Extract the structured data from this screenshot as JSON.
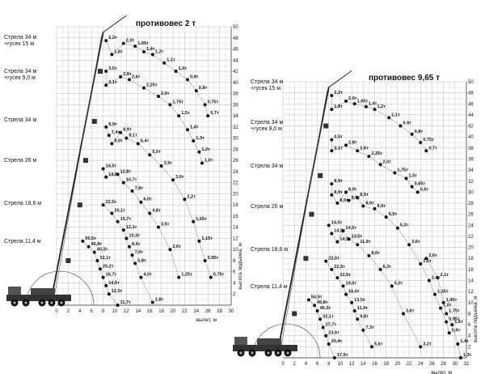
{
  "chart_data": [
    {
      "type": "line",
      "title": "противовес 2 т",
      "xlabel": "вылет, м",
      "ylabel": "высота подъема, м",
      "xlim": [
        0,
        30
      ],
      "ylim": [
        0,
        50
      ],
      "x_ticks": [
        0,
        2,
        4,
        6,
        8,
        10,
        12,
        14,
        16,
        18,
        20,
        22,
        24,
        26,
        28,
        30
      ],
      "y_ticks": [
        2,
        4,
        6,
        8,
        10,
        12,
        14,
        16,
        18,
        20,
        22,
        24,
        26,
        28,
        30,
        32,
        34,
        36,
        38,
        40,
        42,
        44,
        46,
        48,
        50
      ],
      "series": [
        {
          "name": "Стрела 34 м\n+гусек 15 м",
          "points": [
            {
              "x": 8.5,
              "y": 47.5,
              "label": "2,2т"
            },
            {
              "x": 9.5,
              "y": 45.0,
              "label": "1,8т"
            },
            {
              "x": 11.5,
              "y": 47.0,
              "label": "2,0т"
            },
            {
              "x": 13.5,
              "y": 46.5,
              "label": "1,65т"
            },
            {
              "x": 15.0,
              "y": 45.5,
              "label": "1,4т"
            },
            {
              "x": 16.5,
              "y": 45.0,
              "label": "1,2т"
            },
            {
              "x": 18.5,
              "y": 43.5,
              "label": "1,1т"
            },
            {
              "x": 20.5,
              "y": 42.0,
              "label": "1,0т"
            },
            {
              "x": 22.5,
              "y": 40.5,
              "label": "0,9т"
            },
            {
              "x": 24.0,
              "y": 38.5,
              "label": "0,8т"
            },
            {
              "x": 25.5,
              "y": 36.0,
              "label": "0,75т"
            },
            {
              "x": 26.0,
              "y": 34.0,
              "label": "0,7т"
            }
          ]
        },
        {
          "name": "Стрела 34 м\n+гусек 9,0 м",
          "points": [
            {
              "x": 8.5,
              "y": 42.0,
              "label": "3,5т"
            },
            {
              "x": 8.5,
              "y": 39.5,
              "label": "3,1т"
            },
            {
              "x": 11.0,
              "y": 41.0,
              "label": "2,8т"
            },
            {
              "x": 12.5,
              "y": 40.5,
              "label": "2,6т"
            },
            {
              "x": 15.0,
              "y": 39.0,
              "label": "2,25т"
            },
            {
              "x": 17.5,
              "y": 37.5,
              "label": "2,0т"
            },
            {
              "x": 19.5,
              "y": 36.0,
              "label": "1,75т"
            },
            {
              "x": 21.0,
              "y": 34.0,
              "label": "1,5т"
            },
            {
              "x": 22.5,
              "y": 31.5,
              "label": "1,4т"
            },
            {
              "x": 23.5,
              "y": 29.5,
              "label": "1,3т"
            },
            {
              "x": 24.5,
              "y": 27.5,
              "label": "1,2т"
            },
            {
              "x": 25.0,
              "y": 25.5,
              "label": "1,0т"
            }
          ]
        },
        {
          "name": "Стрела 34 м",
          "points": [
            {
              "x": 8.5,
              "y": 32.0,
              "label": "8,9т"
            },
            {
              "x": 9.0,
              "y": 30.5,
              "label": "7,4т"
            },
            {
              "x": 9.5,
              "y": 29.0,
              "label": "8,9т"
            },
            {
              "x": 11.0,
              "y": 31.0,
              "label": "8,9т"
            },
            {
              "x": 12.0,
              "y": 30.0,
              "label": "8,1т"
            },
            {
              "x": 14.0,
              "y": 29.0,
              "label": "6,4т"
            },
            {
              "x": 16.0,
              "y": 27.0,
              "label": "5,0т"
            },
            {
              "x": 18.0,
              "y": 25.0,
              "label": "3,9т"
            },
            {
              "x": 20.0,
              "y": 22.5,
              "label": "3,0т"
            },
            {
              "x": 22.0,
              "y": 19.0,
              "label": "2,2т"
            },
            {
              "x": 23.5,
              "y": 15.0,
              "label": "1,65т"
            },
            {
              "x": 24.5,
              "y": 11.5,
              "label": "1,15т"
            },
            {
              "x": 25.5,
              "y": 8.0,
              "label": "0,95т"
            },
            {
              "x": 26.5,
              "y": 5.0,
              "label": "0,75т"
            }
          ]
        },
        {
          "name": "Стрела 26 м",
          "points": [
            {
              "x": 8.0,
              "y": 24.5,
              "label": "14,5т"
            },
            {
              "x": 8.5,
              "y": 23.0,
              "label": "14,5т"
            },
            {
              "x": 10.5,
              "y": 23.5,
              "label": "12,8т"
            },
            {
              "x": 11.5,
              "y": 22.0,
              "label": "10,7т"
            },
            {
              "x": 13.0,
              "y": 20.5,
              "label": "7,8т"
            },
            {
              "x": 14.5,
              "y": 18.5,
              "label": "6,0т"
            },
            {
              "x": 16.0,
              "y": 16.5,
              "label": "4,8т"
            },
            {
              "x": 17.5,
              "y": 14.0,
              "label": "3,5т"
            },
            {
              "x": 19.5,
              "y": 10.0,
              "label": "2,6т"
            },
            {
              "x": 21.0,
              "y": 5.0,
              "label": "1,25т"
            }
          ]
        },
        {
          "name": "Стрела 18,6 м",
          "points": [
            {
              "x": 8.0,
              "y": 18.0,
              "label": "22,5т"
            },
            {
              "x": 9.5,
              "y": 16.5,
              "label": "20,1т"
            },
            {
              "x": 10.5,
              "y": 15.0,
              "label": "15,7т"
            },
            {
              "x": 11.5,
              "y": 13.5,
              "label": "12,1т"
            },
            {
              "x": 12.0,
              "y": 12.0,
              "label": "10,3т"
            },
            {
              "x": 12.5,
              "y": 10.5,
              "label": "8,5т"
            },
            {
              "x": 13.0,
              "y": 9.0,
              "label": "7,0т"
            },
            {
              "x": 13.5,
              "y": 7.5,
              "label": "5,8т"
            },
            {
              "x": 14.5,
              "y": 5.0,
              "label": "4,0т"
            },
            {
              "x": 16.5,
              "y": 0.5,
              "label": "2,8т"
            }
          ]
        },
        {
          "name": "Стрела 11,4 м",
          "points": [
            {
              "x": 4.5,
              "y": 11.5,
              "label": "50,5т"
            },
            {
              "x": 5.5,
              "y": 10.5,
              "label": "45,8т"
            },
            {
              "x": 6.5,
              "y": 9.5,
              "label": "40,3т"
            },
            {
              "x": 7.0,
              "y": 8.0,
              "label": "32,1т"
            },
            {
              "x": 7.5,
              "y": 6.5,
              "label": "25,2т"
            },
            {
              "x": 8.0,
              "y": 5.0,
              "label": "16,7т"
            },
            {
              "x": 8.5,
              "y": 3.5,
              "label": "14,5т"
            },
            {
              "x": 9.0,
              "y": 2.0,
              "label": "12,5т"
            },
            {
              "x": 10.5,
              "y": 0.0,
              "label": "11,7т"
            }
          ]
        }
      ]
    },
    {
      "type": "line",
      "title": "противовес 9,65 т",
      "xlabel": "вылет, м",
      "ylabel": "высота подъема, м",
      "xlim": [
        0,
        32
      ],
      "ylim": [
        0,
        50
      ],
      "x_ticks": [
        0,
        2,
        4,
        6,
        8,
        10,
        12,
        14,
        16,
        18,
        20,
        22,
        24,
        26,
        28,
        30,
        32
      ],
      "y_ticks": [
        2,
        4,
        6,
        8,
        10,
        12,
        14,
        16,
        18,
        20,
        22,
        24,
        26,
        28,
        30,
        32,
        34,
        36,
        38,
        40,
        42,
        44,
        46,
        48,
        50
      ],
      "series": [
        {
          "name": "Стрела 34 м\n+гусек 15 м",
          "points": [
            {
              "x": 8.5,
              "y": 47.5,
              "label": "2,2т"
            },
            {
              "x": 8.5,
              "y": 45.0,
              "label": "1,8т"
            },
            {
              "x": 11.0,
              "y": 46.5,
              "label": "2,0т"
            },
            {
              "x": 12.5,
              "y": 46.0,
              "label": "1,65т"
            },
            {
              "x": 14.5,
              "y": 45.5,
              "label": "1,4т"
            },
            {
              "x": 16.0,
              "y": 45.0,
              "label": "1,2т"
            },
            {
              "x": 18.5,
              "y": 43.5,
              "label": "1,1т"
            },
            {
              "x": 20.5,
              "y": 42.0,
              "label": "0,9т"
            },
            {
              "x": 22.5,
              "y": 40.5,
              "label": "0,8т"
            },
            {
              "x": 24.0,
              "y": 39.0,
              "label": "0,75т"
            },
            {
              "x": 25.0,
              "y": 37.5,
              "label": "0,7т"
            }
          ]
        },
        {
          "name": "Стрела 34 м\n+гусек 9,0 м",
          "points": [
            {
              "x": 8.5,
              "y": 39.5,
              "label": "3,5т"
            },
            {
              "x": 8.5,
              "y": 37.5,
              "label": "3,1т"
            },
            {
              "x": 11.0,
              "y": 38.5,
              "label": "2,8т"
            },
            {
              "x": 13.0,
              "y": 37.5,
              "label": "2,6т"
            },
            {
              "x": 15.0,
              "y": 36.5,
              "label": "2,25т"
            },
            {
              "x": 17.0,
              "y": 35.0,
              "label": "2,0т"
            },
            {
              "x": 19.5,
              "y": 33.5,
              "label": "1,75т"
            },
            {
              "x": 21.5,
              "y": 32.5,
              "label": "1,5т"
            },
            {
              "x": 22.5,
              "y": 31.0,
              "label": "0,65т"
            },
            {
              "x": 23.5,
              "y": 30.0,
              "label": "0,6т"
            }
          ]
        },
        {
          "name": "Стрела 34 м",
          "points": [
            {
              "x": 8.5,
              "y": 31.5,
              "label": "8,9т"
            },
            {
              "x": 8.5,
              "y": 29.5,
              "label": "8,9т"
            },
            {
              "x": 9.5,
              "y": 28.0,
              "label": "8,9т"
            },
            {
              "x": 11.0,
              "y": 30.0,
              "label": "8,9т"
            },
            {
              "x": 11.5,
              "y": 28.5,
              "label": "8,9т"
            },
            {
              "x": 13.0,
              "y": 29.0,
              "label": "8,9т"
            },
            {
              "x": 14.0,
              "y": 27.5,
              "label": "8,9т"
            },
            {
              "x": 16.0,
              "y": 27.0,
              "label": "8,9т"
            },
            {
              "x": 18.0,
              "y": 25.5,
              "label": "6,5т"
            },
            {
              "x": 20.0,
              "y": 23.5,
              "label": "5,3т"
            },
            {
              "x": 22.0,
              "y": 20.5,
              "label": "3,6т"
            },
            {
              "x": 24.0,
              "y": 17.0,
              "label": "2,6т"
            },
            {
              "x": 25.5,
              "y": 14.0,
              "label": "2,4т"
            },
            {
              "x": 26.5,
              "y": 11.5,
              "label": "1,15т"
            },
            {
              "x": 27.5,
              "y": 9.0,
              "label": "1,0т"
            },
            {
              "x": 28.5,
              "y": 6.5,
              "label": "0,95т"
            },
            {
              "x": 29.0,
              "y": 4.5,
              "label": "0,9т"
            }
          ]
        },
        {
          "name": "Стрела 26 м",
          "points": [
            {
              "x": 8.0,
              "y": 24.0,
              "label": "14,5т"
            },
            {
              "x": 8.5,
              "y": 22.5,
              "label": "14,5т"
            },
            {
              "x": 9.5,
              "y": 21.0,
              "label": "14,5т"
            },
            {
              "x": 10.5,
              "y": 23.0,
              "label": "14,5т"
            },
            {
              "x": 11.5,
              "y": 21.5,
              "label": "13,5т"
            },
            {
              "x": 13.0,
              "y": 20.5,
              "label": "11,9т"
            },
            {
              "x": 15.0,
              "y": 18.5,
              "label": "8,0т"
            },
            {
              "x": 17.0,
              "y": 16.0,
              "label": "6,3т"
            },
            {
              "x": 19.0,
              "y": 13.0,
              "label": "5,0т"
            },
            {
              "x": 21.0,
              "y": 8.0,
              "label": "3,6т"
            },
            {
              "x": 24.0,
              "y": 2.0,
              "label": "3,2т"
            }
          ]
        },
        {
          "name": "Стрела 18,6 м",
          "points": [
            {
              "x": 7.5,
              "y": 17.5,
              "label": "22,5т"
            },
            {
              "x": 8.5,
              "y": 16.0,
              "label": "22,5т"
            },
            {
              "x": 9.5,
              "y": 14.5,
              "label": "22,5т"
            },
            {
              "x": 10.5,
              "y": 13.0,
              "label": "19,0т"
            },
            {
              "x": 11.0,
              "y": 11.5,
              "label": "16,0т"
            },
            {
              "x": 12.0,
              "y": 10.0,
              "label": "13,5т"
            },
            {
              "x": 12.5,
              "y": 8.5,
              "label": "11,4т"
            },
            {
              "x": 13.0,
              "y": 7.0,
              "label": "9,8т"
            },
            {
              "x": 14.0,
              "y": 5.0,
              "label": "7,3т"
            },
            {
              "x": 15.5,
              "y": 2.0,
              "label": "5,6т"
            }
          ]
        },
        {
          "name": "Стрела 11,4 м",
          "points": [
            {
              "x": 4.5,
              "y": 10.5,
              "label": "50,5т"
            },
            {
              "x": 5.5,
              "y": 9.5,
              "label": "45,8т"
            },
            {
              "x": 6.0,
              "y": 8.5,
              "label": "40,3т"
            },
            {
              "x": 6.5,
              "y": 7.0,
              "label": "32,1т"
            },
            {
              "x": 7.0,
              "y": 5.5,
              "label": "27,7т"
            },
            {
              "x": 7.5,
              "y": 4.0,
              "label": "23,6т"
            },
            {
              "x": 8.0,
              "y": 2.5,
              "label": "20,4т"
            },
            {
              "x": 9.0,
              "y": 0.0,
              "label": "17,6т"
            }
          ]
        },
        {
          "name": "",
          "points": [
            {
              "x": 25.0,
              "y": 18.0,
              "label": "2,6т"
            },
            {
              "x": 27.0,
              "y": 14.5,
              "label": "2,1т"
            },
            {
              "x": 28.0,
              "y": 10.0,
              "label": "1,95т"
            },
            {
              "x": 28.5,
              "y": 8.0,
              "label": "1,75т"
            },
            {
              "x": 29.5,
              "y": 6.0,
              "label": "1,6т"
            },
            {
              "x": 30.5,
              "y": 2.5,
              "label": "1,4т"
            },
            {
              "x": 31.0,
              "y": 0.0,
              "label": "1,3т"
            }
          ]
        }
      ]
    }
  ]
}
